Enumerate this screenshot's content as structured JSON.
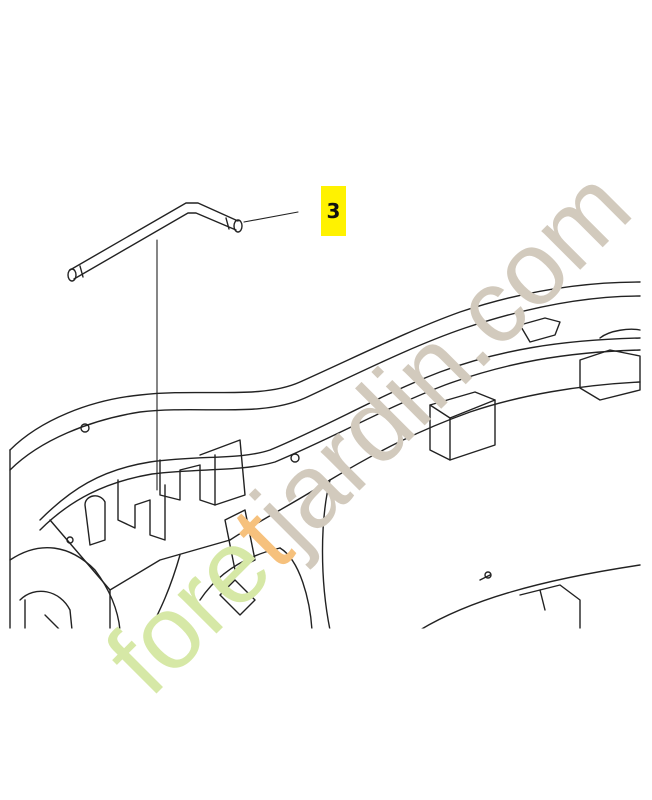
{
  "callout": {
    "label": "3"
  },
  "watermark": {
    "part1": "fore",
    "part2": "t",
    "part3": "jardin.com",
    "color_green": "#d6e8a6",
    "color_orange": "#f6c17d",
    "color_grey": "#d2cabd"
  },
  "icons": [
    "pin-part",
    "housing-frame",
    "leader-line"
  ]
}
